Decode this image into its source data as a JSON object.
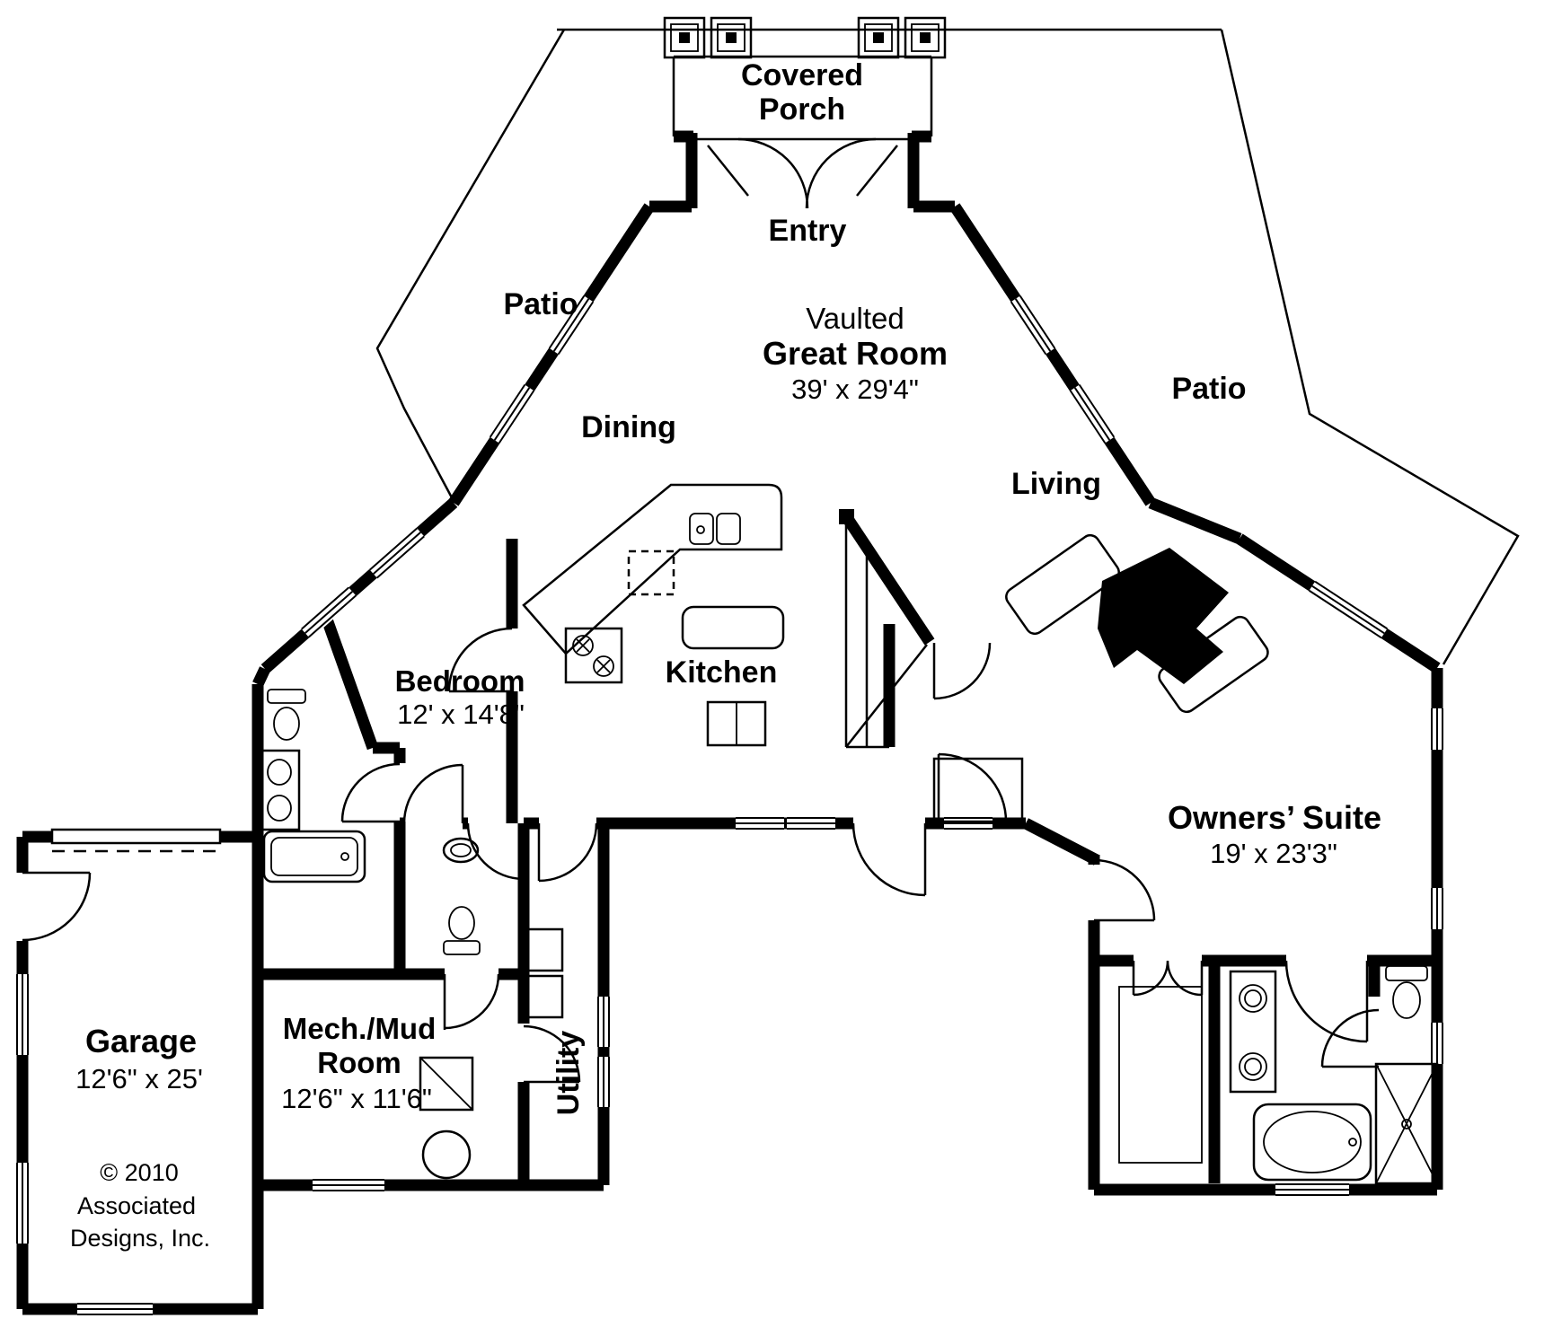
{
  "plan": {
    "type": "residential-floor-plan",
    "colors": {
      "wall": "#000000",
      "background": "#ffffff",
      "text": "#000000"
    },
    "rooms": {
      "covered_porch": {
        "line1": "Covered",
        "line2": "Porch"
      },
      "entry": {
        "name": "Entry"
      },
      "patio_left": {
        "name": "Patio"
      },
      "patio_right": {
        "name": "Patio"
      },
      "great_room": {
        "prefix": "Vaulted",
        "name": "Great Room",
        "dims": "39' x 29'4\""
      },
      "dining": {
        "name": "Dining"
      },
      "living": {
        "name": "Living"
      },
      "kitchen": {
        "name": "Kitchen"
      },
      "bedroom": {
        "name": "Bedroom",
        "dims": "12' x 14'8\""
      },
      "owners_suite": {
        "name": "Owners’ Suite",
        "dims": "19' x 23'3\""
      },
      "garage": {
        "name": "Garage",
        "dims": "12'6\" x 25'"
      },
      "mech_mud": {
        "line1": "Mech./Mud",
        "line2": "Room",
        "dims": "12'6\" x 11'6\""
      },
      "utility": {
        "name": "Utility"
      }
    },
    "copyright": {
      "line1": "© 2010",
      "line2": "Associated",
      "line3": "Designs, Inc."
    }
  }
}
